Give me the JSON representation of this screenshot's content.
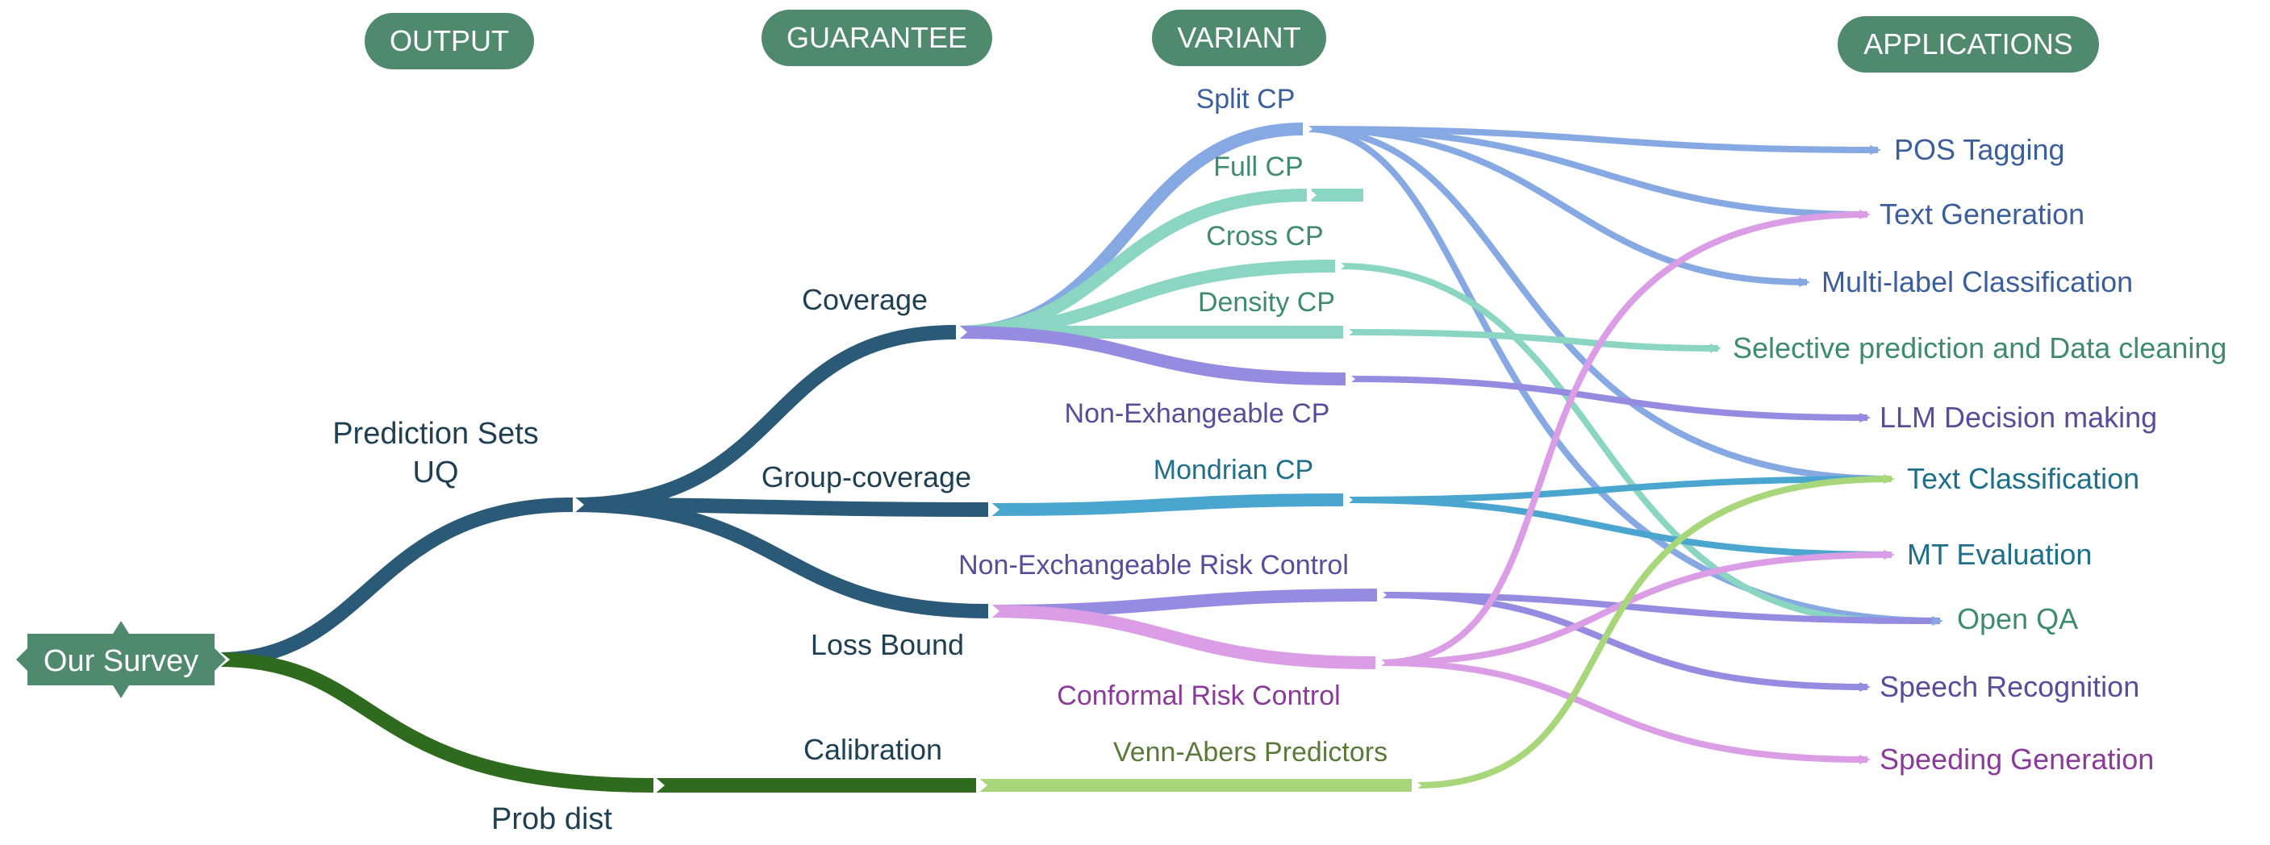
{
  "headers": {
    "output": "OUTPUT",
    "guarantee": "GUARANTEE",
    "variant": "VARIANT",
    "applications": "APPLICATIONS"
  },
  "root": {
    "label": "Our Survey"
  },
  "outputs": {
    "prediction_sets_line1": "Prediction Sets",
    "prediction_sets_line2": "UQ",
    "prob_dist": "Prob dist"
  },
  "guarantees": {
    "coverage": "Coverage",
    "group_coverage": "Group-coverage",
    "loss_bound": "Loss Bound",
    "calibration": "Calibration"
  },
  "variants": {
    "split_cp": "Split CP",
    "full_cp": "Full CP",
    "cross_cp": "Cross CP",
    "density_cp": "Density CP",
    "non_exchangeable_cp": "Non-Exhangeable CP",
    "mondrian_cp": "Mondrian CP",
    "non_exchangeable_risk_control": "Non-Exchangeable Risk Control",
    "conformal_risk_control": "Conformal Risk Control",
    "venn_abers": "Venn-Abers Predictors"
  },
  "applications": {
    "pos_tagging": "POS Tagging",
    "text_generation": "Text Generation",
    "multi_label": "Multi-label Classification",
    "selective_prediction": "Selective prediction and Data cleaning",
    "llm_decision": "LLM Decision making",
    "text_classification": "Text Classification",
    "mt_evaluation": "MT Evaluation",
    "open_qa": "Open QA",
    "speech_recognition": "Speech Recognition",
    "speeding_generation": "Speeding Generation"
  },
  "colors": {
    "header_bg": "#4f8a6e",
    "root_bg": "#4f8a6e",
    "dark_blue": "#2a5a78",
    "dark_green": "#2e6b1f",
    "blue": "#86a8e3",
    "teal": "#8bd6c2",
    "purple": "#958be0",
    "cyan": "#4aa6cf",
    "magenta": "#da9de6",
    "lime": "#a8d67a"
  }
}
